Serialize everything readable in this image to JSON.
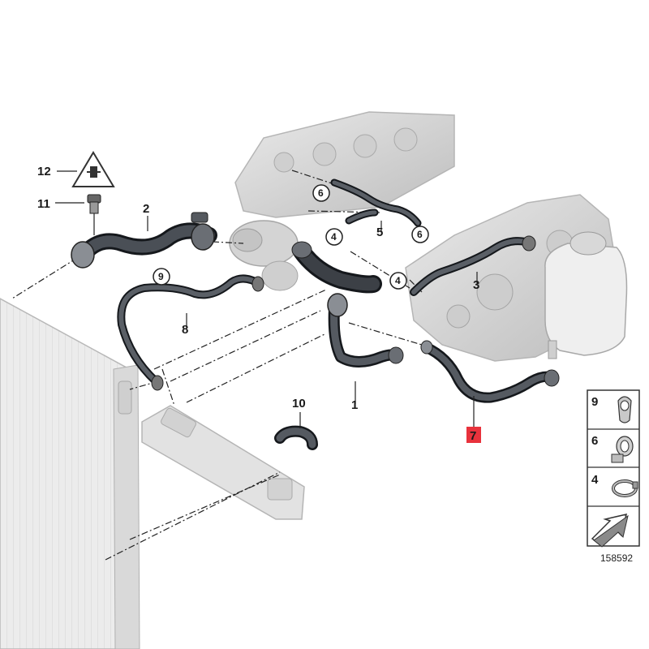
{
  "callouts": {
    "p1": "1",
    "p2": "2",
    "p3": "3",
    "p4a": "4",
    "p4b": "4",
    "p5": "5",
    "p6a": "6",
    "p6b": "6",
    "p7": "7",
    "p8": "8",
    "p9": "9",
    "p10": "10",
    "p11": "11",
    "p12": "12"
  },
  "legend": {
    "item9": "9",
    "item6": "6",
    "item4": "4"
  },
  "document_number": "158592",
  "colors": {
    "highlight": "#e8323c",
    "hose": "#3a3e44",
    "hose_edge": "#15181c",
    "engine": "#d8d8d8",
    "radiator": "#e6e6e6"
  }
}
